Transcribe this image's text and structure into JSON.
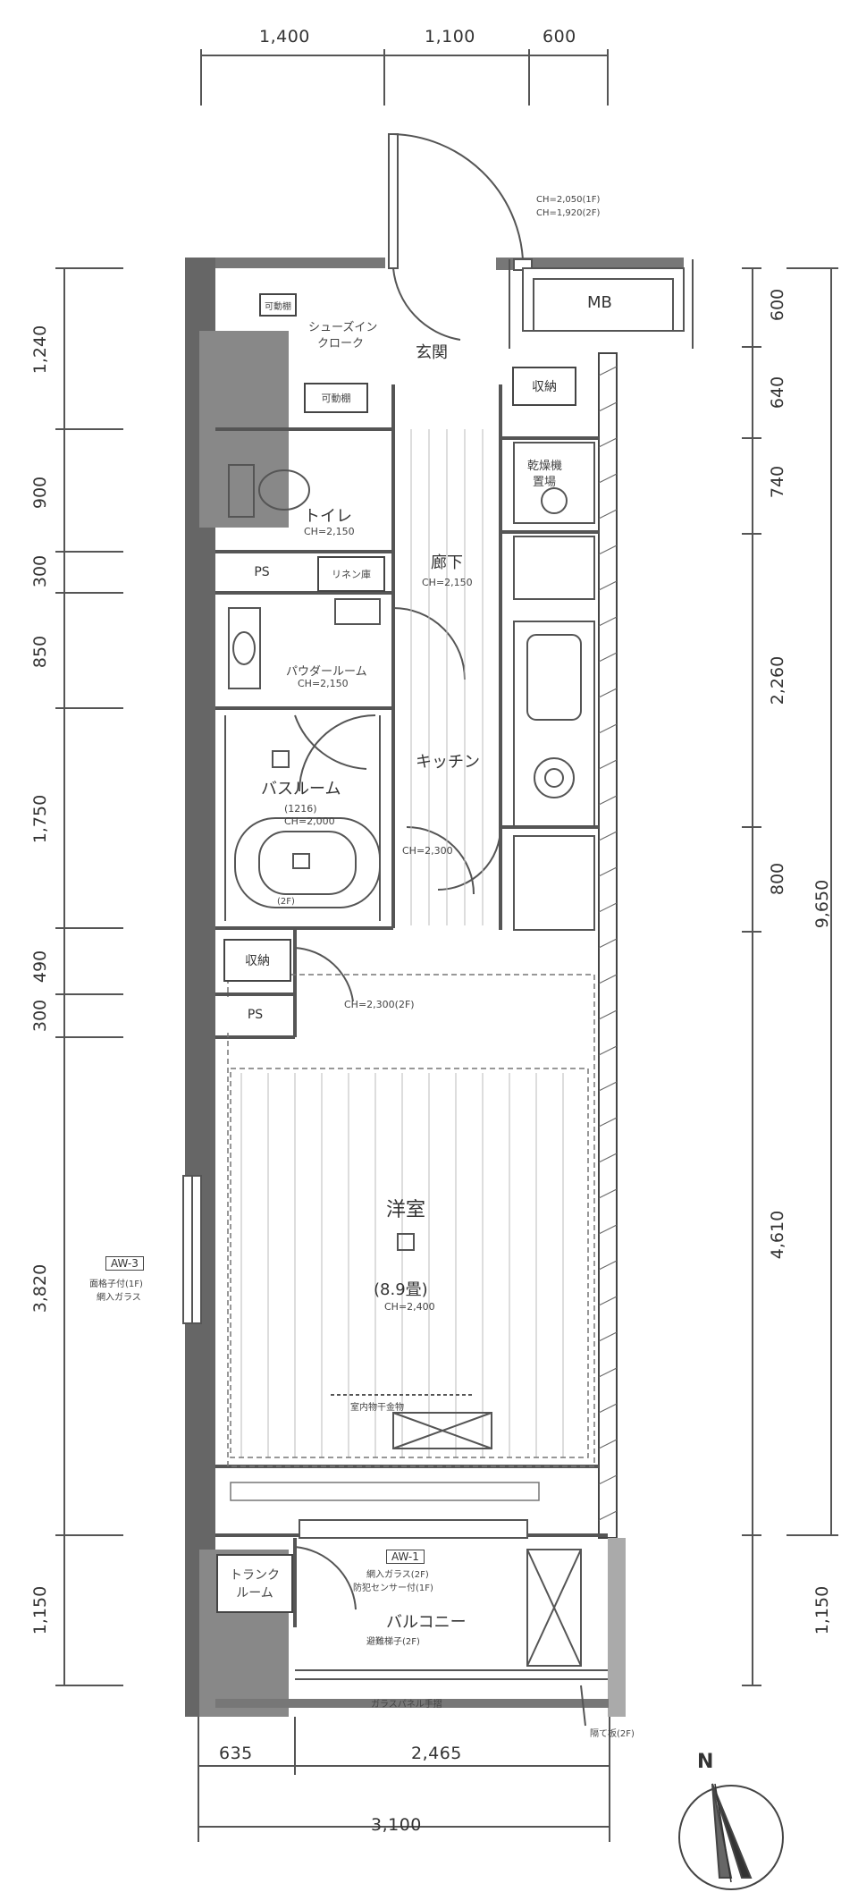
{
  "dims_top": [
    "1,400",
    "1,100",
    "600"
  ],
  "dims_left": [
    "1,240",
    "900",
    "300",
    "850",
    "1,750",
    "300",
    "490",
    "3,820",
    "1,150"
  ],
  "dims_right": [
    "600",
    "640",
    "740",
    "2,260",
    "800",
    "4,610",
    "1,150"
  ],
  "dim_total_right": "9,650",
  "dims_bottom": [
    "635",
    "2,465"
  ],
  "dim_total_bottom": "3,100",
  "compass": "N",
  "door_note": [
    "CH=2,050(1F)",
    "CH=1,920(2F)"
  ],
  "rooms": {
    "mb": "MB",
    "shoe_closet": [
      "シューズイン",
      "クローク"
    ],
    "movable_shelf_top": "可動棚",
    "movable_shelf": "可動棚",
    "entrance": "玄関",
    "storage_top": "収納",
    "toilet": "トイレ",
    "toilet_ch": "CH=2,150",
    "laundry_dryer": [
      "乾燥機",
      "置場"
    ],
    "ps1": "PS",
    "linen": "リネン庫",
    "hallway": "廊下",
    "hallway_ch": "CH=2,150",
    "powder": "パウダールーム",
    "powder_ch": "CH=2,150",
    "bathroom": "バスルーム",
    "bathroom_size": "(1216)",
    "bathroom_ch": "CH=2,000",
    "bathroom_note": "(2F)",
    "kitchen": "キッチン",
    "kitchen_ch": "CH=2,300",
    "storage_mid": "収納",
    "ps2": "PS",
    "ceiling_note": "CH=2,300(2F)",
    "western": "洋室",
    "western_size": "(8.9畳)",
    "western_ch": "CH=2,400",
    "window_label": "AW-3",
    "window_notes": [
      "面格子付(1F)",
      "網入ガラス"
    ],
    "rail_note": "室内物干金物",
    "trunk": [
      "トランク",
      "ルーム"
    ],
    "aw1": "AW-1",
    "aw1_notes": [
      "網入ガラス(2F)",
      "防犯センサー付(1F)"
    ],
    "balcony": "バルコニー",
    "balcony_note": "避難梯子(2F)",
    "glass_rail": "ガラスパネル手摺",
    "partition": "隔て板(2F)"
  }
}
